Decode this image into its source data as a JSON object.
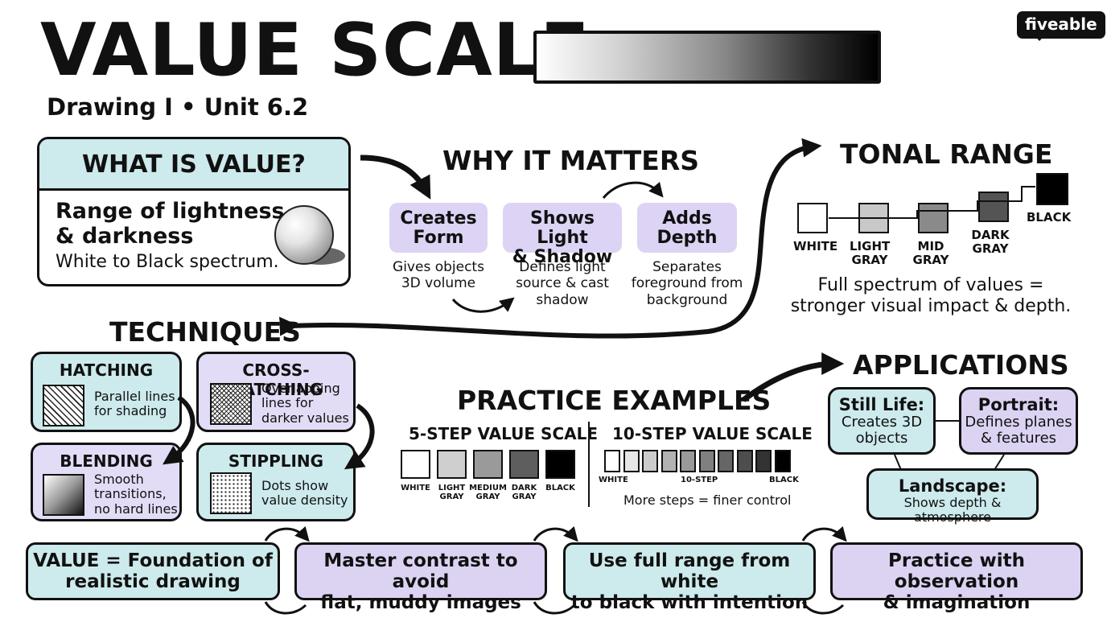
{
  "header": {
    "title": "VALUE SCALE",
    "subtitle": "Drawing I • Unit 6.2",
    "logo": "fiveable"
  },
  "what_is_value": {
    "heading": "WHAT IS VALUE?",
    "line1": "Range of lightness",
    "line2": "& darkness",
    "sub": "White to Black spectrum."
  },
  "why_it_matters": {
    "heading": "WHY IT MATTERS",
    "cards": [
      {
        "label1": "Creates",
        "label2": "Form",
        "cap1": "Gives objects",
        "cap2": "3D volume",
        "cap3": ""
      },
      {
        "label1": "Shows Light",
        "label2": "& Shadow",
        "cap1": "Defines light",
        "cap2": "source & cast",
        "cap3": "shadow"
      },
      {
        "label1": "Adds",
        "label2": "Depth",
        "cap1": "Separates",
        "cap2": "foreground from",
        "cap3": "background"
      }
    ]
  },
  "tonal_range": {
    "heading": "TONAL RANGE",
    "steps": [
      {
        "label1": "WHITE",
        "label2": "",
        "color": "#ffffff"
      },
      {
        "label1": "LIGHT",
        "label2": "GRAY",
        "color": "#c8c8c8"
      },
      {
        "label1": "MID",
        "label2": "GRAY",
        "color": "#8a8a8a"
      },
      {
        "label1": "DARK",
        "label2": "GRAY",
        "color": "#545454"
      },
      {
        "label1": "BLACK",
        "label2": "",
        "color": "#000000"
      }
    ],
    "note1": "Full spectrum of values =",
    "note2": "stronger visual impact & depth."
  },
  "techniques": {
    "heading": "TECHNIQUES",
    "items": [
      {
        "name": "HATCHING",
        "t1": "Parallel lines",
        "t2": "for shading",
        "t3": ""
      },
      {
        "name": "CROSS-HATCHING",
        "t1": "Overlapping",
        "t2": "lines for",
        "t3": "darker values"
      },
      {
        "name": "BLENDING",
        "t1": "Smooth",
        "t2": "transitions,",
        "t3": "no hard lines"
      },
      {
        "name": "STIPPLING",
        "t1": "Dots show",
        "t2": "value density",
        "t3": ""
      }
    ]
  },
  "practice": {
    "heading": "PRACTICE EXAMPLES",
    "five_step": {
      "heading": "5-STEP VALUE SCALE",
      "colors": [
        "#ffffff",
        "#cfcfcf",
        "#9a9a9a",
        "#5e5e5e",
        "#000000"
      ],
      "labels": [
        {
          "l1": "WHITE",
          "l2": ""
        },
        {
          "l1": "LIGHT",
          "l2": "GRAY"
        },
        {
          "l1": "MEDIUM",
          "l2": "GRAY"
        },
        {
          "l1": "DARK",
          "l2": "GRAY"
        },
        {
          "l1": "BLACK",
          "l2": ""
        }
      ]
    },
    "ten_step": {
      "heading": "10-STEP VALUE SCALE",
      "colors": [
        "#ffffff",
        "#e6e6e6",
        "#cccccc",
        "#b3b3b3",
        "#999999",
        "#808080",
        "#666666",
        "#4d4d4d",
        "#333333",
        "#000000"
      ],
      "label_left": "WHITE",
      "label_mid": "10-STEP",
      "label_right": "BLACK",
      "caption": "More steps = finer control"
    }
  },
  "applications": {
    "heading": "APPLICATIONS",
    "still_life": {
      "h": "Still Life:",
      "t1": "Creates 3D",
      "t2": "objects"
    },
    "portrait": {
      "h": "Portrait:",
      "t1": "Defines planes",
      "t2": "& features"
    },
    "landscape": {
      "h": "Landscape:",
      "t1": "Shows depth & atmosphere"
    }
  },
  "bottom": [
    {
      "l1": "VALUE = Foundation of",
      "l2": "realistic drawing"
    },
    {
      "l1": "Master contrast to avoid",
      "l2": "flat, muddy images"
    },
    {
      "l1": "Use full range from white",
      "l2": "to black with intention"
    },
    {
      "l1": "Practice with observation",
      "l2": "& imagination"
    }
  ]
}
